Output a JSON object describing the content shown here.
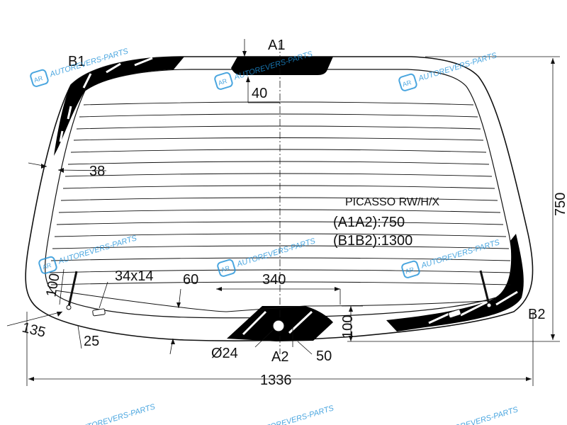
{
  "model": {
    "name": "PICASSO RW/H/X",
    "a1a2": "(A1A2):750",
    "b1b2": "(B1B2):1300"
  },
  "points": {
    "a1": "A1",
    "a2": "A2",
    "b1": "B1",
    "b2": "B2"
  },
  "dimensions": {
    "d40": "40",
    "d38": "38",
    "d750": "750",
    "d34x14": "34x14",
    "d60": "60",
    "d340": "340",
    "d100_left": "100",
    "d100_right": "100",
    "d135": "135",
    "d25": "25",
    "d24": "Ø24",
    "d50": "50",
    "d1336": "1336"
  },
  "watermark": {
    "text": "AUTOREVERS-PARTS",
    "logo": "AR",
    "color": "#1e90d8"
  },
  "colors": {
    "line": "#111111",
    "fill": "#000000",
    "background": "#ffffff"
  }
}
